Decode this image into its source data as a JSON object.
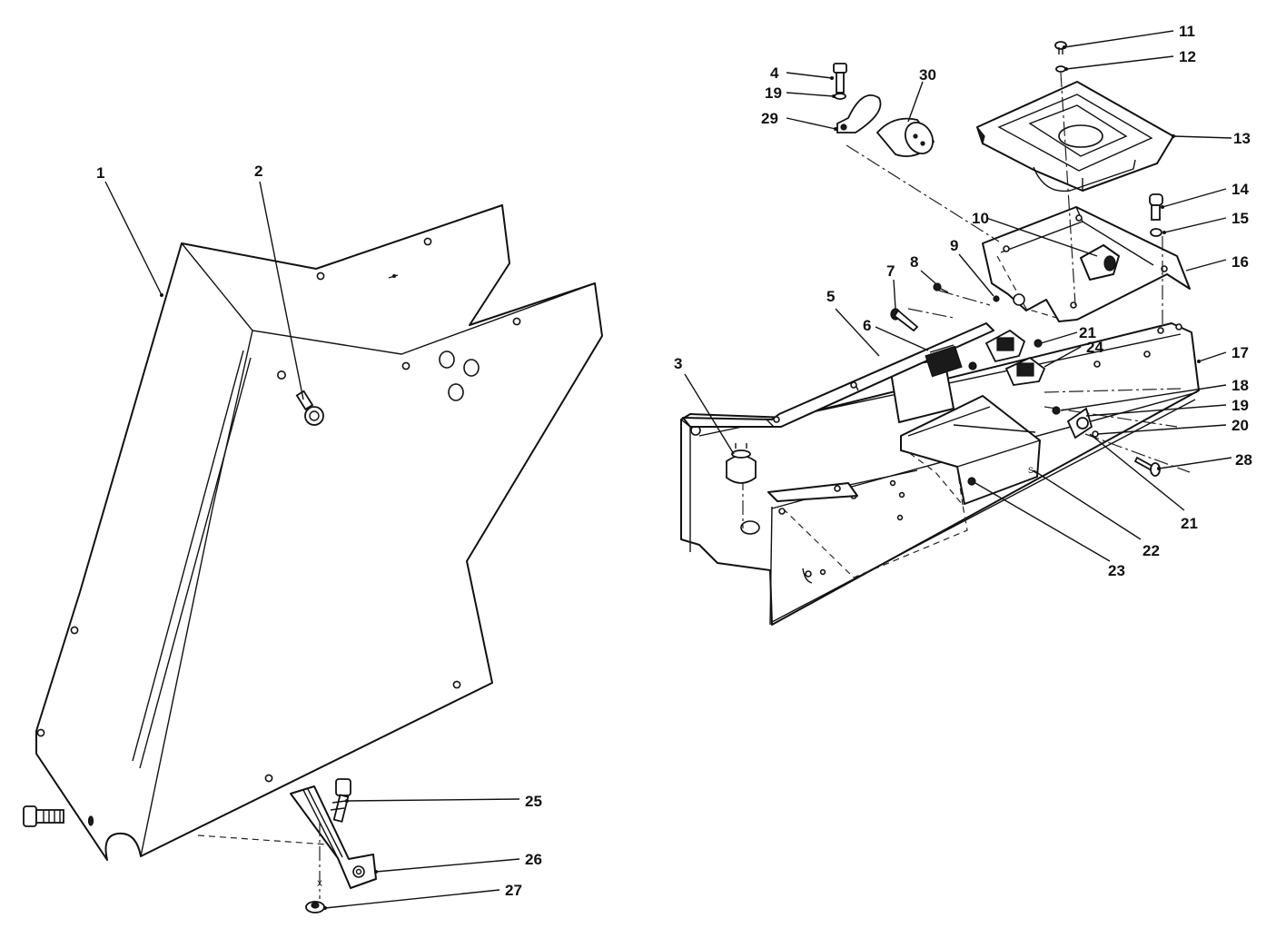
{
  "callouts": {
    "c1": "1",
    "c2": "2",
    "c3": "3",
    "c4": "4",
    "c5": "5",
    "c6": "6",
    "c7": "7",
    "c8": "8",
    "c9": "9",
    "c10": "10",
    "c11": "11",
    "c12": "12",
    "c13": "13",
    "c14": "14",
    "c15": "15",
    "c16": "16",
    "c17": "17",
    "c18": "18",
    "c19a": "19",
    "c19b": "19",
    "c20": "20",
    "c21a": "21",
    "c21b": "21",
    "c22": "22",
    "c23": "23",
    "c24": "24",
    "c25": "25",
    "c26": "26",
    "c27": "27",
    "c28": "28",
    "c29": "29",
    "c30": "30"
  },
  "marks": {
    "x_mark": "X",
    "s_mark": "S"
  }
}
